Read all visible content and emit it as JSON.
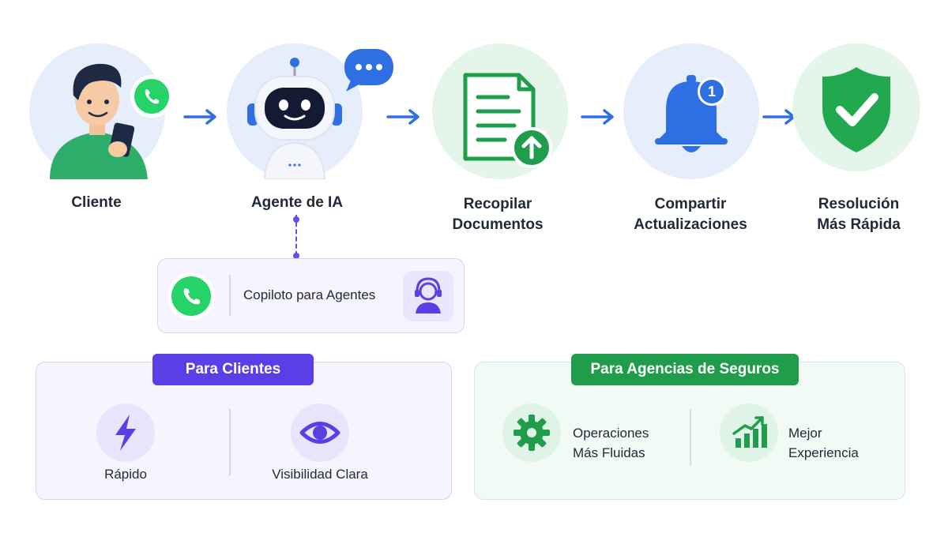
{
  "steps": [
    {
      "label": "Cliente",
      "icon": "person-with-phone-icon"
    },
    {
      "label": "Agente de IA",
      "icon": "robot-icon"
    },
    {
      "label_line1": "Recopilar",
      "label_line2": "Documentos",
      "icon": "document-upload-icon"
    },
    {
      "label_line1": "Compartir",
      "label_line2": "Actualizaciones",
      "icon": "notification-bell-icon",
      "badge": "1"
    },
    {
      "label_line1": "Resolución",
      "label_line2": "Más Rápida",
      "icon": "shield-check-icon"
    }
  ],
  "copilot": {
    "label": "Copiloto para Agentes"
  },
  "clients": {
    "title": "Para Clientes",
    "features": [
      {
        "label": "Rápido",
        "icon": "lightning-icon"
      },
      {
        "label": "Visibilidad Clara",
        "icon": "eye-icon"
      }
    ]
  },
  "agencies": {
    "title": "Para Agencias de Seguros",
    "features": [
      {
        "line1": "Operaciones",
        "line2": "Más Fluidas",
        "icon": "gear-icon"
      },
      {
        "line1": "Mejor",
        "line2": "Experiencia",
        "icon": "growth-chart-icon"
      }
    ]
  },
  "colors": {
    "accent_blue": "#2f6fe4",
    "purple": "#5b3ee6",
    "green": "#1f9d4a",
    "whatsapp": "#25d366"
  }
}
